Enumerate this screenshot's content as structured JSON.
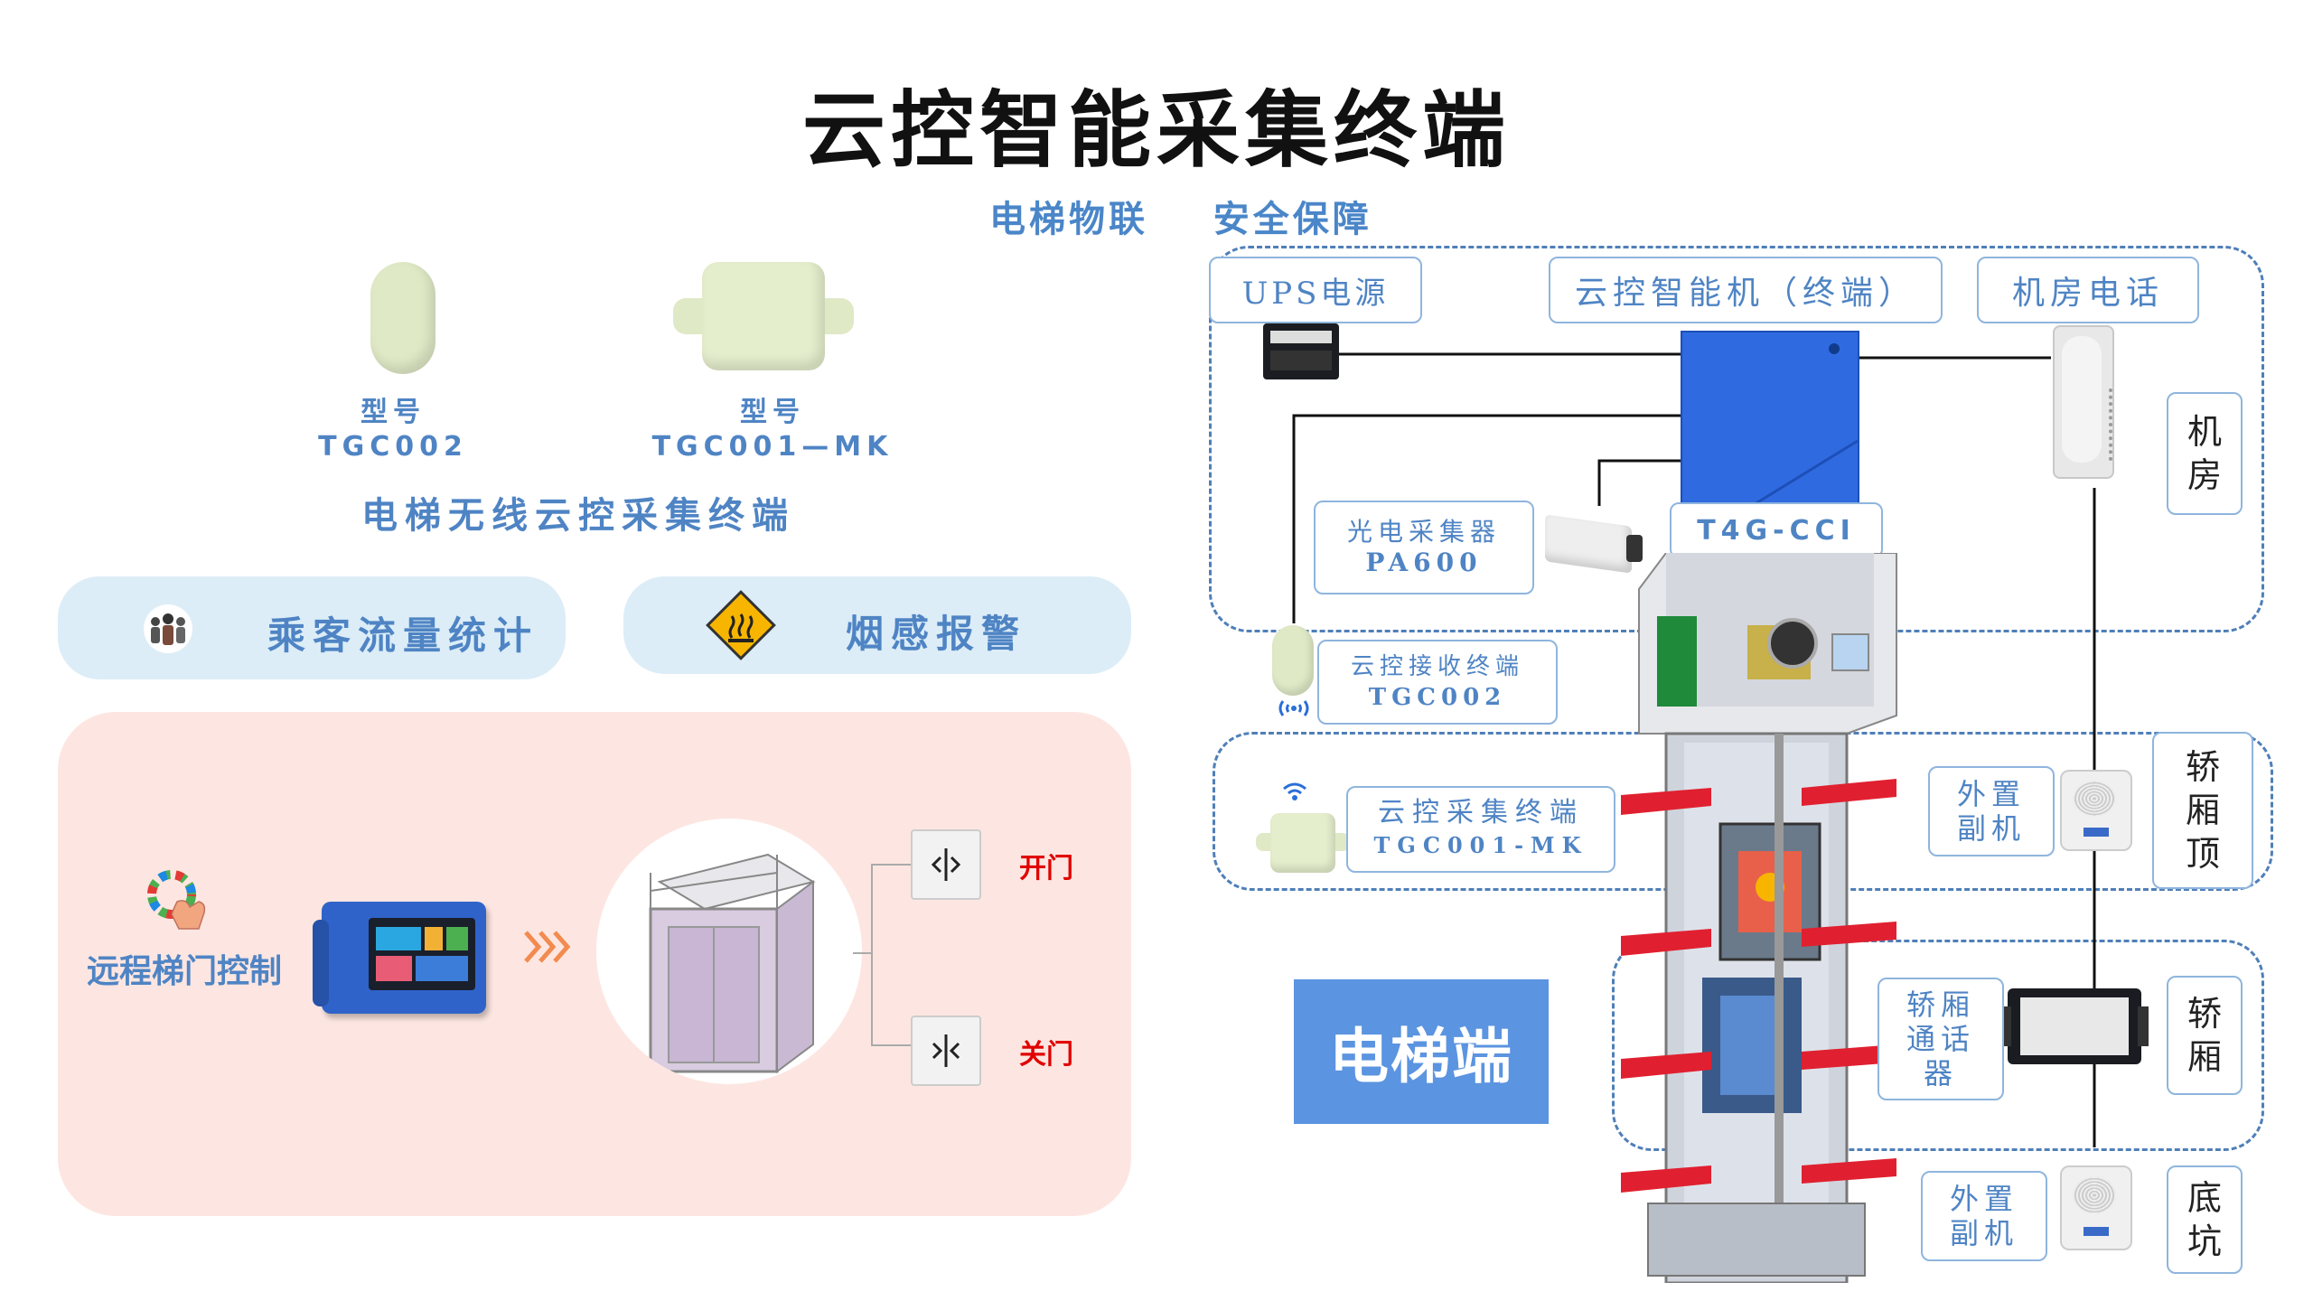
{
  "title": "云控智能采集终端",
  "subtitle": "电梯物联    安全保障",
  "products": [
    {
      "label": "型号",
      "model": "TGC002"
    },
    {
      "label": "型号",
      "model": "TGC001—MK"
    }
  ],
  "product_group_label": "电梯无线云控采集终端",
  "features": [
    {
      "label": "乘客流量统计",
      "icon": "crowd-icon"
    },
    {
      "label": "烟感报警",
      "icon": "smoke-warning-icon"
    }
  ],
  "remote_control": {
    "label": "远程梯门控制",
    "open_label": "开门",
    "close_label": "关门"
  },
  "diagram": {
    "ups": "UPS电源",
    "cloud_machine": "云控智能机（终端）",
    "room_phone": "机房电话",
    "machine_room": "机房",
    "photo_collector_line1": "光电采集器",
    "photo_collector_line2": "PA600",
    "t4g": "T4G-CCI",
    "receiver_line1": "云控接收终端",
    "receiver_line2": "TGC002",
    "collector_line1": "云控采集终端",
    "collector_line2": "TGC001-MK",
    "ext_unit_top_line1": "外置",
    "ext_unit_top_line2": "副机",
    "car_top": "轿厢顶",
    "car_intercom_line1": "轿厢",
    "car_intercom_line2": "通话",
    "car_intercom_line3": "器",
    "car": "轿厢",
    "ext_unit_pit_line1": "外置",
    "ext_unit_pit_line2": "副机",
    "pit": "底坑",
    "elevator_end": "电梯端"
  },
  "colors": {
    "accent_blue": "#4f84c4",
    "pill_bg": "#dcedf7",
    "pink_bg": "#fde6e1",
    "terminal_blue": "#5b94e0",
    "door_red": "#e10000"
  }
}
